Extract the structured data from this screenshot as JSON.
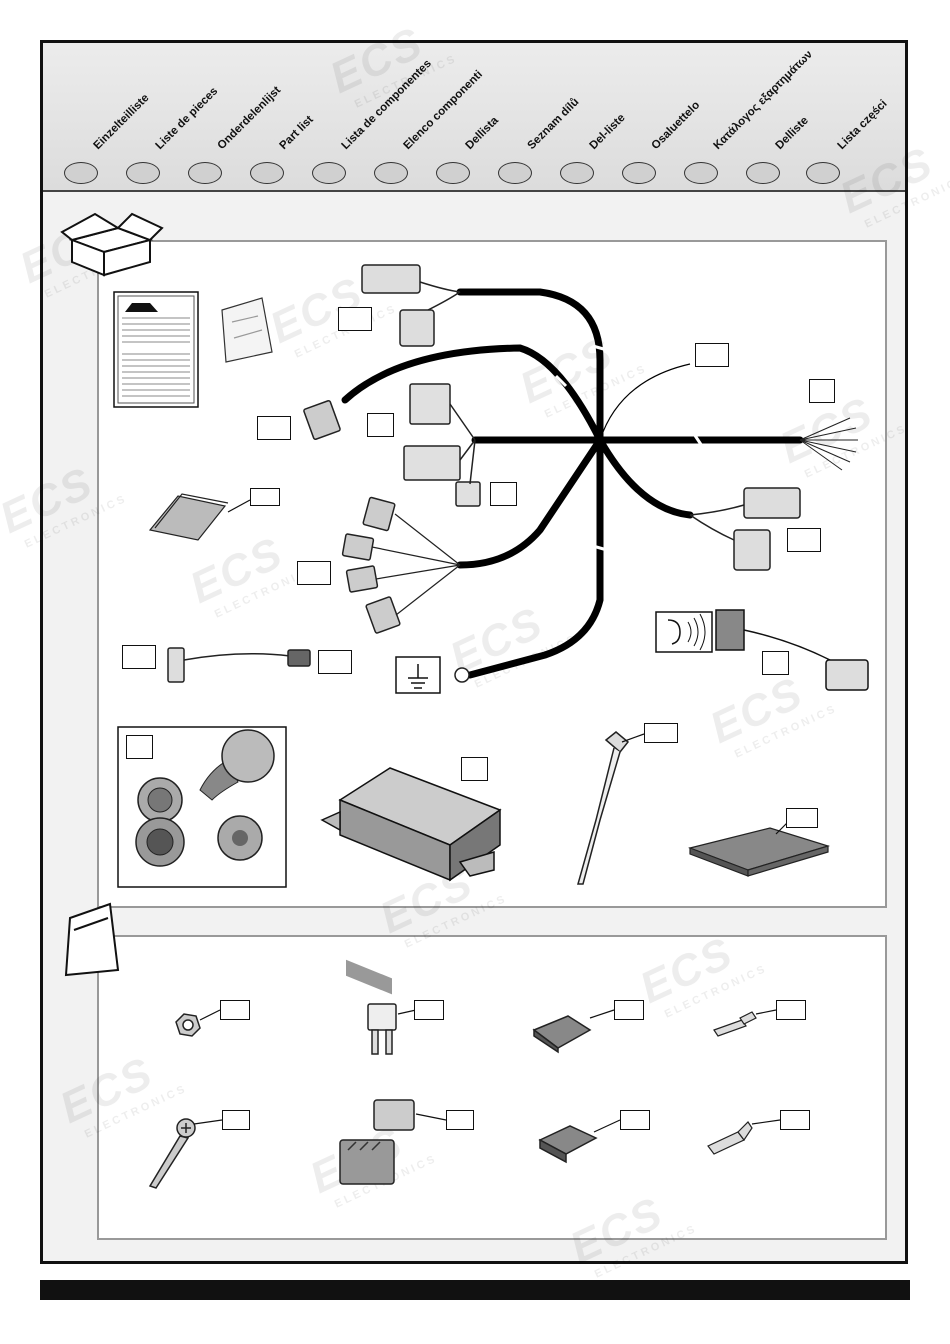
{
  "languages": [
    "Einzelteilliste",
    "Liste de pieces",
    "Onderdelenlijst",
    "Part list",
    "Lista de componentes",
    "Elenco componenti",
    "Dellista",
    "Seznam dílů",
    "Del-liste",
    "Osaluettelo",
    "Κατάλογος εξαρτημάτων",
    "Delliste",
    "Lista części"
  ],
  "watermark": {
    "brand": "ECS",
    "sub": "ELECTRONICS"
  },
  "colors": {
    "frame": "#111111",
    "header_bg": "#e2e2e2",
    "panel_border": "#999999",
    "wire": "#000000",
    "footer": "#111111"
  }
}
